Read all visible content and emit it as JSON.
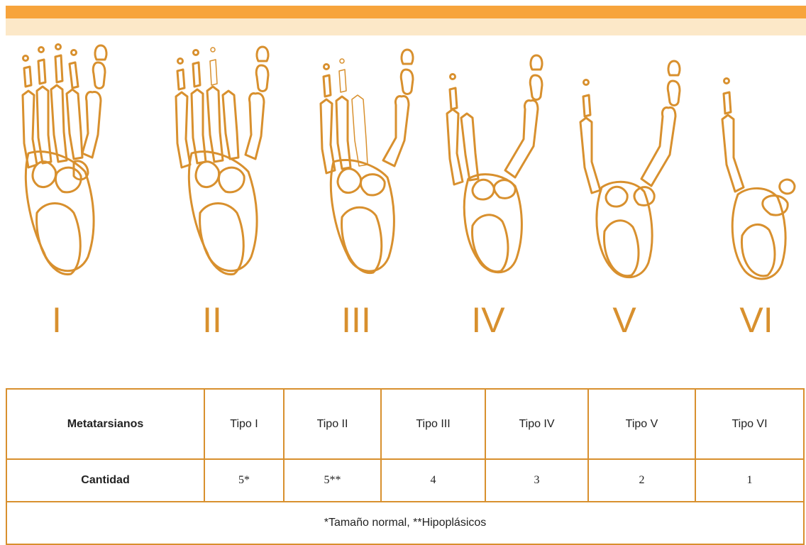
{
  "colors": {
    "accent_orange": "#f7a43c",
    "light_band": "#fce8c8",
    "bone_outline": "#d8902e"
  },
  "diagram": {
    "type_numerals": [
      "I",
      "II",
      "III",
      "IV",
      "V",
      "VI"
    ]
  },
  "table": {
    "row1": {
      "header": "Metatarsianos",
      "cells": [
        "Tipo I",
        "Tipo II",
        "Tipo III",
        "Tipo IV",
        "Tipo V",
        "Tipo VI"
      ]
    },
    "row2": {
      "header": "Cantidad",
      "cells": [
        "5*",
        "5**",
        "4",
        "3",
        "2",
        "1"
      ]
    },
    "footnote": "*Tamaño normal, **Hipoplásicos"
  }
}
